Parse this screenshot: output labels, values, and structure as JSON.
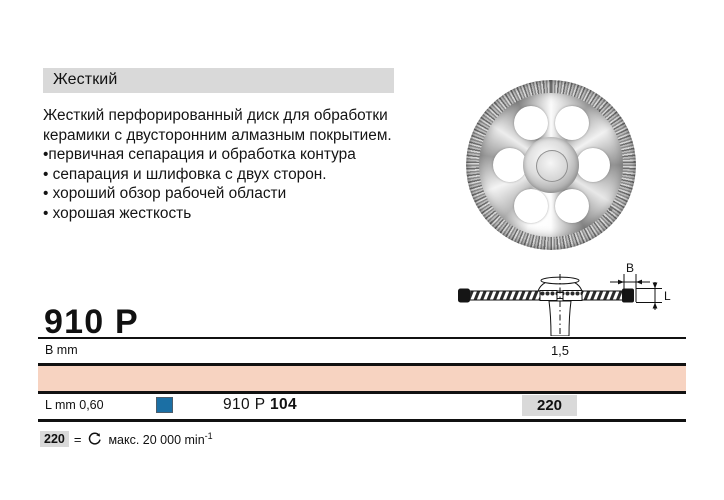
{
  "description": {
    "header": "Жесткий",
    "paragraph": "Жесткий перфорированный диск для обработки керамики с двусторонним алмазным покрытием.",
    "bullets": [
      "•первичная сепарация и обработка контура",
      "• сепарация и шлифовка с двух сторон.",
      "• хороший обзор рабочей области",
      "• хорошая жесткость"
    ]
  },
  "photo": {
    "alt_name": "perforated-diamond-disc",
    "hole_count": 6
  },
  "tech_drawing": {
    "dim_b_label": "B",
    "dim_l_label": "L"
  },
  "table": {
    "model": "910 P",
    "b_row": {
      "label": "B mm",
      "value": "1,5"
    },
    "l_row": {
      "label": "L mm 0,60",
      "color_chip": "#1b6fa4",
      "code_prefix": "910 P",
      "code_iso": "104",
      "speed_badge": "220"
    },
    "band_color": "#f7d3c1"
  },
  "legend": {
    "badge": "220",
    "equals": "=",
    "icon": "rotation-speed-icon",
    "text_before": "макс. 20 000 min",
    "exponent": "-1"
  }
}
